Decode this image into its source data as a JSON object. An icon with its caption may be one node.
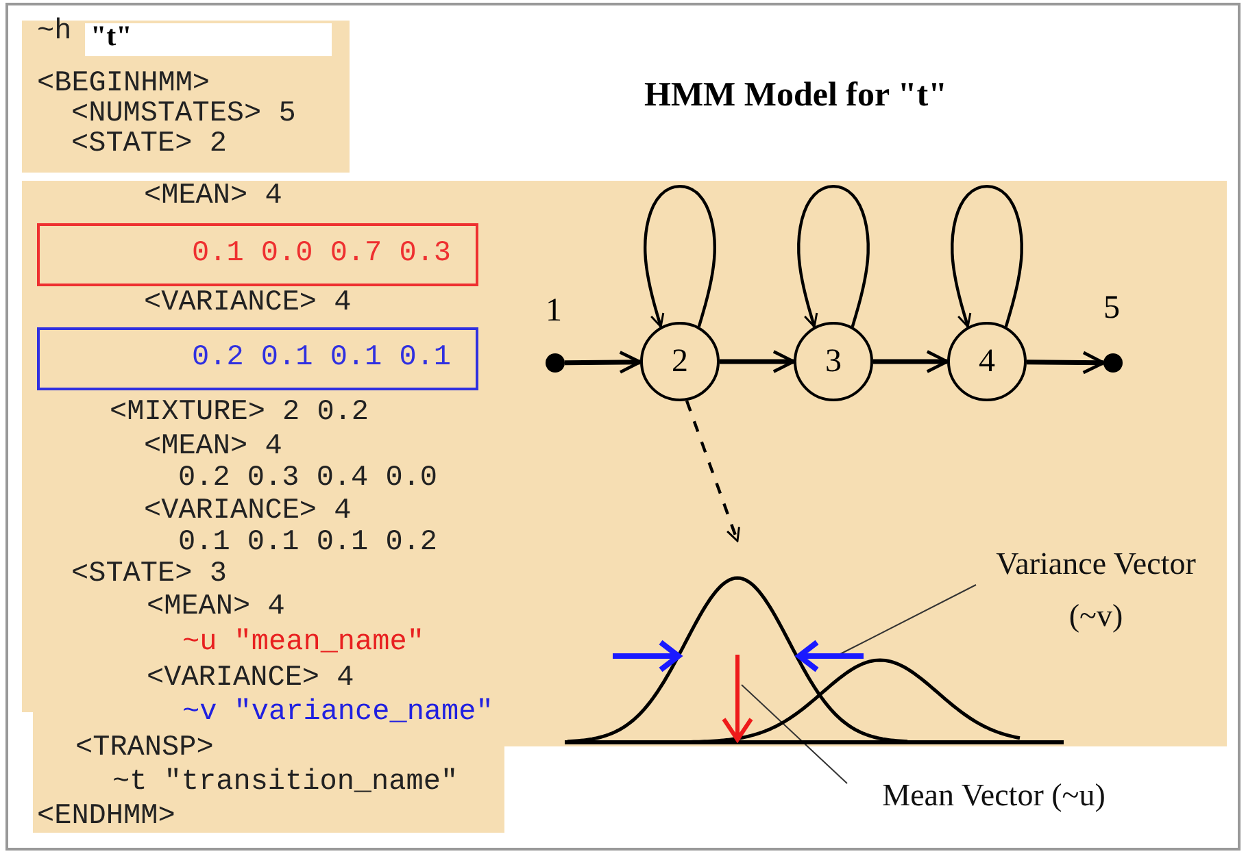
{
  "diagram": {
    "title": "HMM Model for \"t\"",
    "nodes": [
      {
        "text": [
          "0.1 0.0 0.7 0.3"
        ]
      },
      {
        "text": [
          "0.2 0.1 0.1 0.1"
        ]
      },
      {
        "text": [],
        "shape": "circle",
        "beside": [
          "1"
        ]
      },
      {
        "text": [
          "2"
        ]
      },
      {
        "text": [
          "3"
        ]
      },
      {
        "text": [
          "4"
        ]
      },
      {
        "text": [],
        "shape": "circle",
        "beside": [
          "5"
        ]
      },
      {
        "text": [],
        "shape": "picture"
      },
      {
        "text": [
          "Variance Vector (~v)"
        ]
      },
      {
        "text": [
          "Mean Vector (~u)"
        ]
      }
    ],
    "edges": [
      {
        "from": 3,
        "to": 3,
        "arrow": "to"
      },
      {
        "from": 4,
        "to": 4,
        "arrow": "to"
      },
      {
        "from": 5,
        "to": 5,
        "arrow": "to"
      },
      {
        "from": 2,
        "to": 3,
        "arrow": "to"
      },
      {
        "from": 3,
        "to": 4,
        "arrow": "to"
      },
      {
        "from": 4,
        "to": 5,
        "arrow": "to"
      },
      {
        "from": 5,
        "to": 6,
        "arrow": "to"
      },
      {
        "from": 3,
        "to": 7,
        "arrow": "to",
        "style": "dashed"
      },
      {
        "from": 8,
        "to": 7,
        "arrow": "none"
      },
      {
        "from": 9,
        "to": 7,
        "arrow": "none"
      }
    ],
    "labels": [
      "~h",
      "\"t\"",
      "<BEGINHMM>",
      "<NUMSTATES> 5",
      "<STATE> 2",
      "<MEAN> 4",
      "<VARIANCE> 4",
      "<MIXTURE> 2 0.2",
      "<MEAN> 4",
      "0.2 0.3 0.4 0.0",
      "<VARIANCE> 4",
      "0.1 0.1 0.1 0.2",
      "<STATE> 3",
      "<MEAN> 4",
      "~u \"mean_name\"",
      "<VARIANCE> 4",
      "~v \"variance_name\"",
      "<TRANSP>",
      "~t \"transition_name\"",
      "<ENDHMM>"
    ]
  }
}
